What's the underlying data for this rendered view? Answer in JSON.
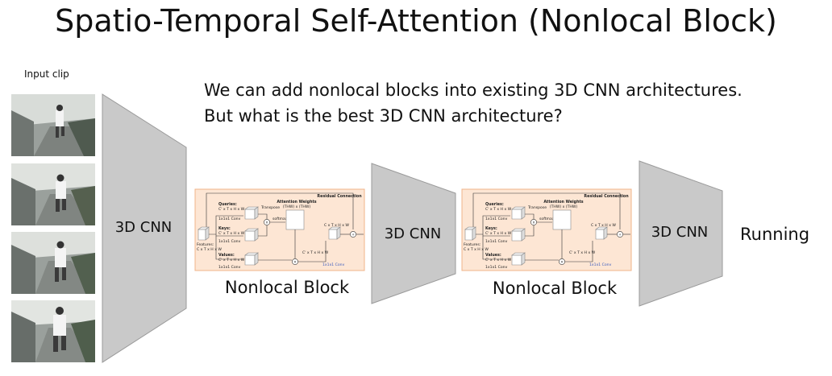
{
  "title": "Spatio-Temporal Self-Attention (Nonlocal Block)",
  "input_clip_label": "Input clip",
  "headline": {
    "line1": "We can add nonlocal blocks into existing 3D CNN architectures.",
    "line2": "But what is the best 3D CNN architecture?"
  },
  "cnn_blocks": [
    {
      "label": "3D CNN"
    },
    {
      "label": "3D CNN"
    },
    {
      "label": "3D CNN"
    }
  ],
  "nonlocal_blocks": [
    {
      "label": "Nonlocal Block"
    },
    {
      "label": "Nonlocal Block"
    }
  ],
  "output_label": "Running",
  "nonlocal_detail": {
    "residual": "Residual Connection",
    "queries": "Queries:",
    "queries_shape": "C' x T x H x W",
    "queries_conv": "1x1x1 Conv",
    "transpose": "Transpose",
    "attention_title": "Attention Weights",
    "attention_shape": "(THW) x (THW)",
    "softmax": "softmax",
    "keys": "Keys:",
    "keys_shape": "C' x T x H x W",
    "keys_conv": "1x1x1 Conv",
    "values": "Values:",
    "values_shape": "C' x T x H x W",
    "values_conv": "1x1x1 Conv",
    "features": "Features:",
    "features_shape": "C x T x H x W",
    "out_shape": "C x T x H x W",
    "mid_shape": "C' x T x H x W",
    "final_conv": "1x1x1 Conv",
    "mult": "x",
    "plus": "+"
  },
  "colors": {
    "funnel_fill": "#c9c9c9",
    "nonlocal_bg": "#fde6d4",
    "nonlocal_border": "#f0b48a",
    "final_conv_text": "#3a5bbf"
  }
}
